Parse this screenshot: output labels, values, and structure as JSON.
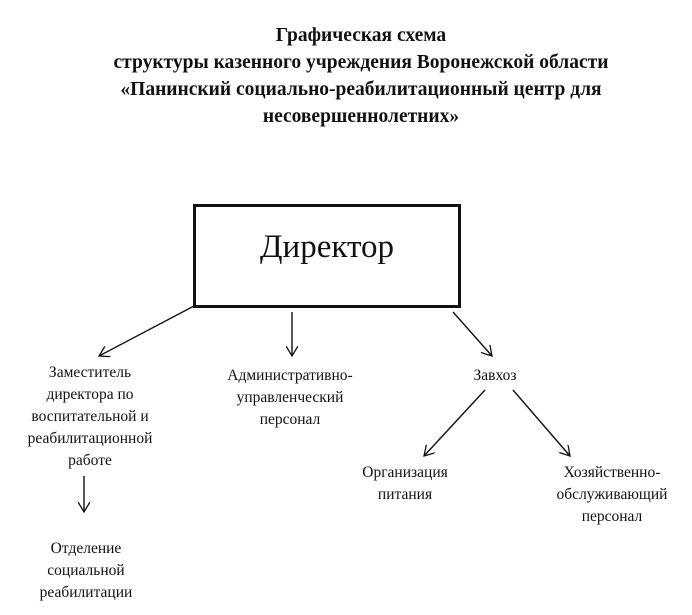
{
  "title": {
    "line1": "Графическая схема",
    "line2": "структуры казенного учреждения Воронежской области",
    "line3": "«Панинский социально-реабилитационный центр для",
    "line4": "несовершеннолетних»"
  },
  "director": "Директор",
  "nodes": {
    "deputy": [
      "Заместитель",
      "директора по",
      "воспитательной и",
      "реабилитационной",
      "работе"
    ],
    "admin": [
      "Административно-",
      "управленческий",
      "персонал"
    ],
    "zavhoz": [
      "Завхоз"
    ],
    "catering": [
      "Организация",
      "питания"
    ],
    "maintenance": [
      "Хозяйственно-",
      "обслуживающий",
      "персонал"
    ],
    "social_rehab": [
      "Отделение",
      "социальной",
      "реабилитации"
    ]
  }
}
